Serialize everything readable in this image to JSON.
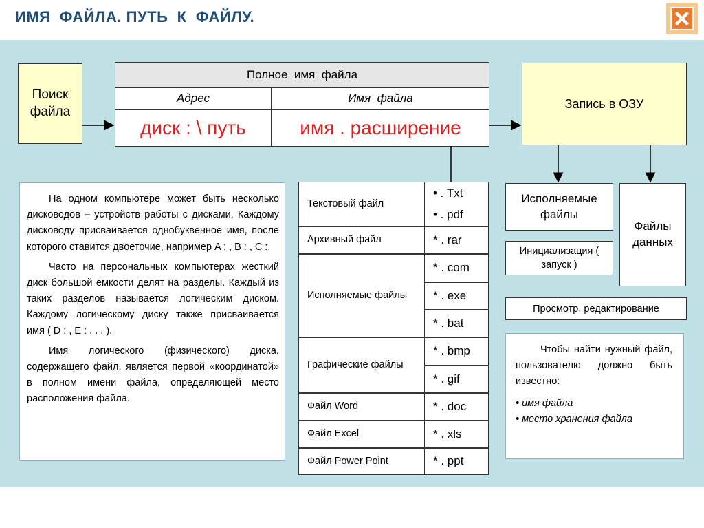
{
  "title": "ИМЯ  ФАЙЛА. ПУТЬ  К  ФАЙЛУ.",
  "search_box": "Поиск файла",
  "ram_box": "Запись в ОЗУ",
  "full_name": {
    "header": "Полное  имя  файла",
    "address_label": "Адрес",
    "filename_label": "Имя  файла",
    "address_value": "диск : \\ путь",
    "filename_value": "имя . расширение"
  },
  "info_text": {
    "p1": "На одном компьютере может быть несколько дисководов – устройств работы с дисками. Каждому дисководу присваивается однобуквенное имя, после которого ставится двоеточие, например A : , B : , C :.",
    "p2": "Часто на персональных компьютерах жесткий диск большой емкости делят на разделы. Каждый из таких разделов называется логическим диском. Каждому логическому диску также присваивается имя ( D : , E : . . .  ).",
    "p3": "Имя логического (физического) диска, содержащего файл, является первой «координатой» в полном имени файла, определяющей место расположения файла."
  },
  "file_types": [
    {
      "type": "Текстовый файл",
      "exts": [
        "•     . Txt",
        "•     . pdf"
      ]
    },
    {
      "type": "Архивный файл",
      "exts": [
        "* . rar"
      ]
    },
    {
      "type": "Исполняемые файлы",
      "exts": [
        "* . com",
        "* . exe",
        "* . bat"
      ]
    },
    {
      "type": "Графические файлы",
      "exts": [
        "* . bmp",
        "* . gif"
      ]
    },
    {
      "type": "Файл  Word",
      "exts": [
        "* . doc"
      ]
    },
    {
      "type": "Файл  Excel",
      "exts": [
        "* . xls"
      ]
    },
    {
      "type": "Файл  Power Point",
      "exts": [
        "* . ppt"
      ]
    }
  ],
  "exec_box": "Исполняемые файлы",
  "data_box": "Файлы данных",
  "init_box": "Инициализация ( запуск )",
  "view_box": "Просмотр, редактирование",
  "note": {
    "lead": "Чтобы найти нужный файл, пользователю должно быть известно:",
    "items": [
      "• имя файла",
      "• место хранения файла"
    ]
  },
  "colors": {
    "title": "#1f4e79",
    "panel": "#bfe0e5",
    "box_yellow": "#ffffcc",
    "red_value": "#e02020",
    "close_btn": "#e8792d"
  }
}
